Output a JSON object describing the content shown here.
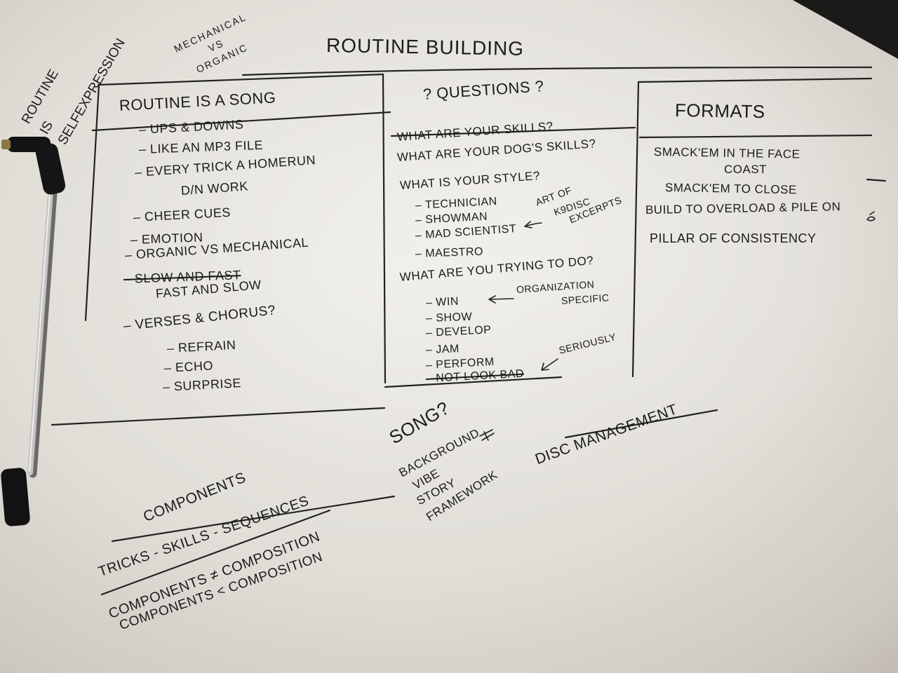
{
  "page": {
    "title": "ROUTINE BUILDING"
  },
  "margin_notes": {
    "routine_is_self_expression": [
      "ROUTINE",
      "IS",
      "SELFEXPRESSION"
    ],
    "mechanical_vs_organic": [
      "MECHANICAL",
      "VS",
      "ORGANIC"
    ]
  },
  "song_column": {
    "heading": "ROUTINE IS A SONG",
    "items": [
      "– UPS & DOWNS",
      "– LIKE AN MP3 FILE",
      "– EVERY TRICK A HOMERUN",
      "D/N WORK",
      "– CHEER CUES",
      "– EMOTION",
      "– ORGANIC VS MECHANICAL",
      "– SLOW AND FAST",
      "FAST AND SLOW",
      "– VERSES & CHORUS?",
      "– REFRAIN",
      "– ECHO",
      "– SURPRISE"
    ]
  },
  "questions_column": {
    "heading": "? QUESTIONS ?",
    "skills_questions": [
      "WHAT ARE YOUR SKILLS?",
      "WHAT ARE YOUR DOG'S SKILLS?"
    ],
    "style_question": "WHAT IS YOUR STYLE?",
    "styles": [
      "– TECHNICIAN",
      "– SHOWMAN",
      "– MAD SCIENTIST",
      "– MAESTRO"
    ],
    "style_note": [
      "ART OF",
      "K9DISC",
      "EXCERPTS"
    ],
    "goal_question": "WHAT ARE YOU TRYING TO DO?",
    "goals": [
      "– WIN",
      "– SHOW",
      "– DEVELOP",
      "– JAM",
      "– PERFORM",
      "– NOT LOOK BAD"
    ],
    "win_note": [
      "ORGANIZATION",
      "SPECIFIC"
    ],
    "perform_note": "SERIOUSLY"
  },
  "formats_column": {
    "heading": "FORMATS",
    "items": [
      "SMACK'EM IN THE FACE",
      "COAST",
      "SMACK'EM TO CLOSE",
      "BUILD TO OVERLOAD & PILE ON",
      "PILLAR OF CONSISTENCY"
    ]
  },
  "song_question": {
    "heading": "SONG?",
    "items": [
      "BACKGROUND",
      "VIBE",
      "STORY",
      "FRAMEWORK"
    ]
  },
  "disc_management": {
    "label": "DISC MANAGEMENT"
  },
  "components": {
    "heading": "COMPONENTS",
    "breakdown": "TRICKS - SKILLS - SEQUENCES",
    "notes": [
      "COMPONENTS ≠ COMPOSITION",
      "COMPONENTS < COMPOSITION"
    ]
  },
  "colors": {
    "ink": "#1b1b1b",
    "paper": "#e6e4de",
    "clip_plastic": "#141414",
    "clip_metal": "#b9b9b9"
  }
}
